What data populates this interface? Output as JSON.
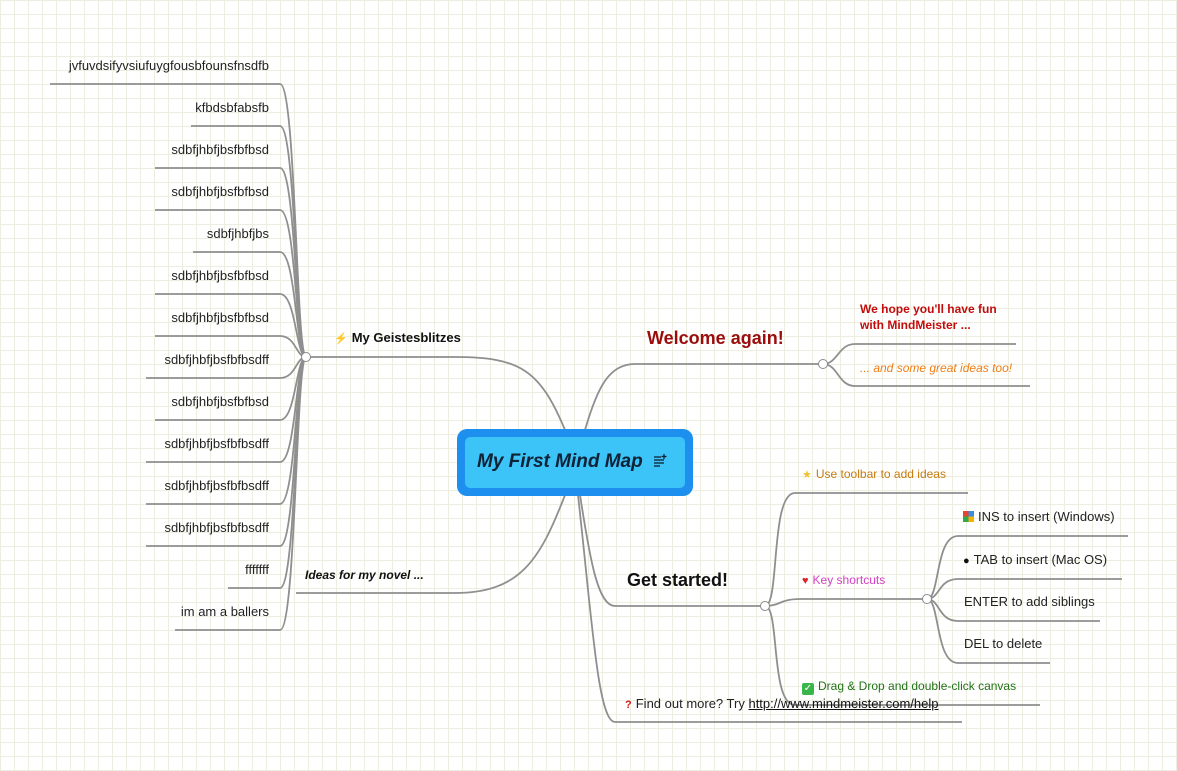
{
  "center": {
    "title": "My First Mind Map",
    "notes_icon": "notes-icon"
  },
  "branches": {
    "geistesblitzes": {
      "label": "My Geistesblitzes",
      "icon": "lightning-icon",
      "children": [
        "jvfuvdsifyvsiufuygfousbfounsfnsdfb",
        "kfbdsbfabsfb",
        "sdbfjhbfjbsfbfbsd",
        "sdbfjhbfjbsfbfbsd",
        "sdbfjhbfjbs",
        "sdbfjhbfjbsfbfbsd",
        "sdbfjhbfjbsfbfbsd",
        "sdbfjhbfjbsfbfbsdff",
        "sdbfjhbfjbsfbfbsd",
        "sdbfjhbfjbsfbfbsdff",
        "sdbfjhbfjbsfbfbsdff",
        "sdbfjhbfjbsfbfbsdff",
        "fffffff",
        "im am a ballers"
      ]
    },
    "novel": {
      "label": "Ideas for my novel ..."
    },
    "welcome": {
      "label": "Welcome again!",
      "children": [
        "We hope you'll have fun with MindMeister ...",
        "... and some great ideas too!"
      ]
    },
    "get_started": {
      "label": "Get started!",
      "toolbar": {
        "label": "Use toolbar to add ideas",
        "icon": "star-icon"
      },
      "shortcuts": {
        "label": "Key shortcuts",
        "icon": "heart-icon",
        "children": [
          {
            "label": "INS to insert (Windows)",
            "icon": "windows-icon"
          },
          {
            "label": "TAB to insert (Mac OS)",
            "icon": "apple-icon"
          },
          {
            "label": "ENTER to add siblings"
          },
          {
            "label": "DEL to delete"
          }
        ]
      },
      "dragdrop": {
        "label": "Drag & Drop and double-click canvas",
        "icon": "checkmark-icon"
      }
    },
    "findout": {
      "prefix": "Find out more? Try",
      "link": "http://www.mindmeister.com/help",
      "icon": "question-icon"
    }
  },
  "colors": {
    "center_outer": "#1c8fef",
    "center_inner": "#3cc3f8",
    "welcome": "#9b0d0d",
    "welcome_child1": "#c20c0c",
    "welcome_child2": "#f07d12",
    "toolbar": "#c67a0c",
    "shortcuts": "#d43fc4",
    "dragdrop": "#207316",
    "line": "#8f8f8f"
  }
}
